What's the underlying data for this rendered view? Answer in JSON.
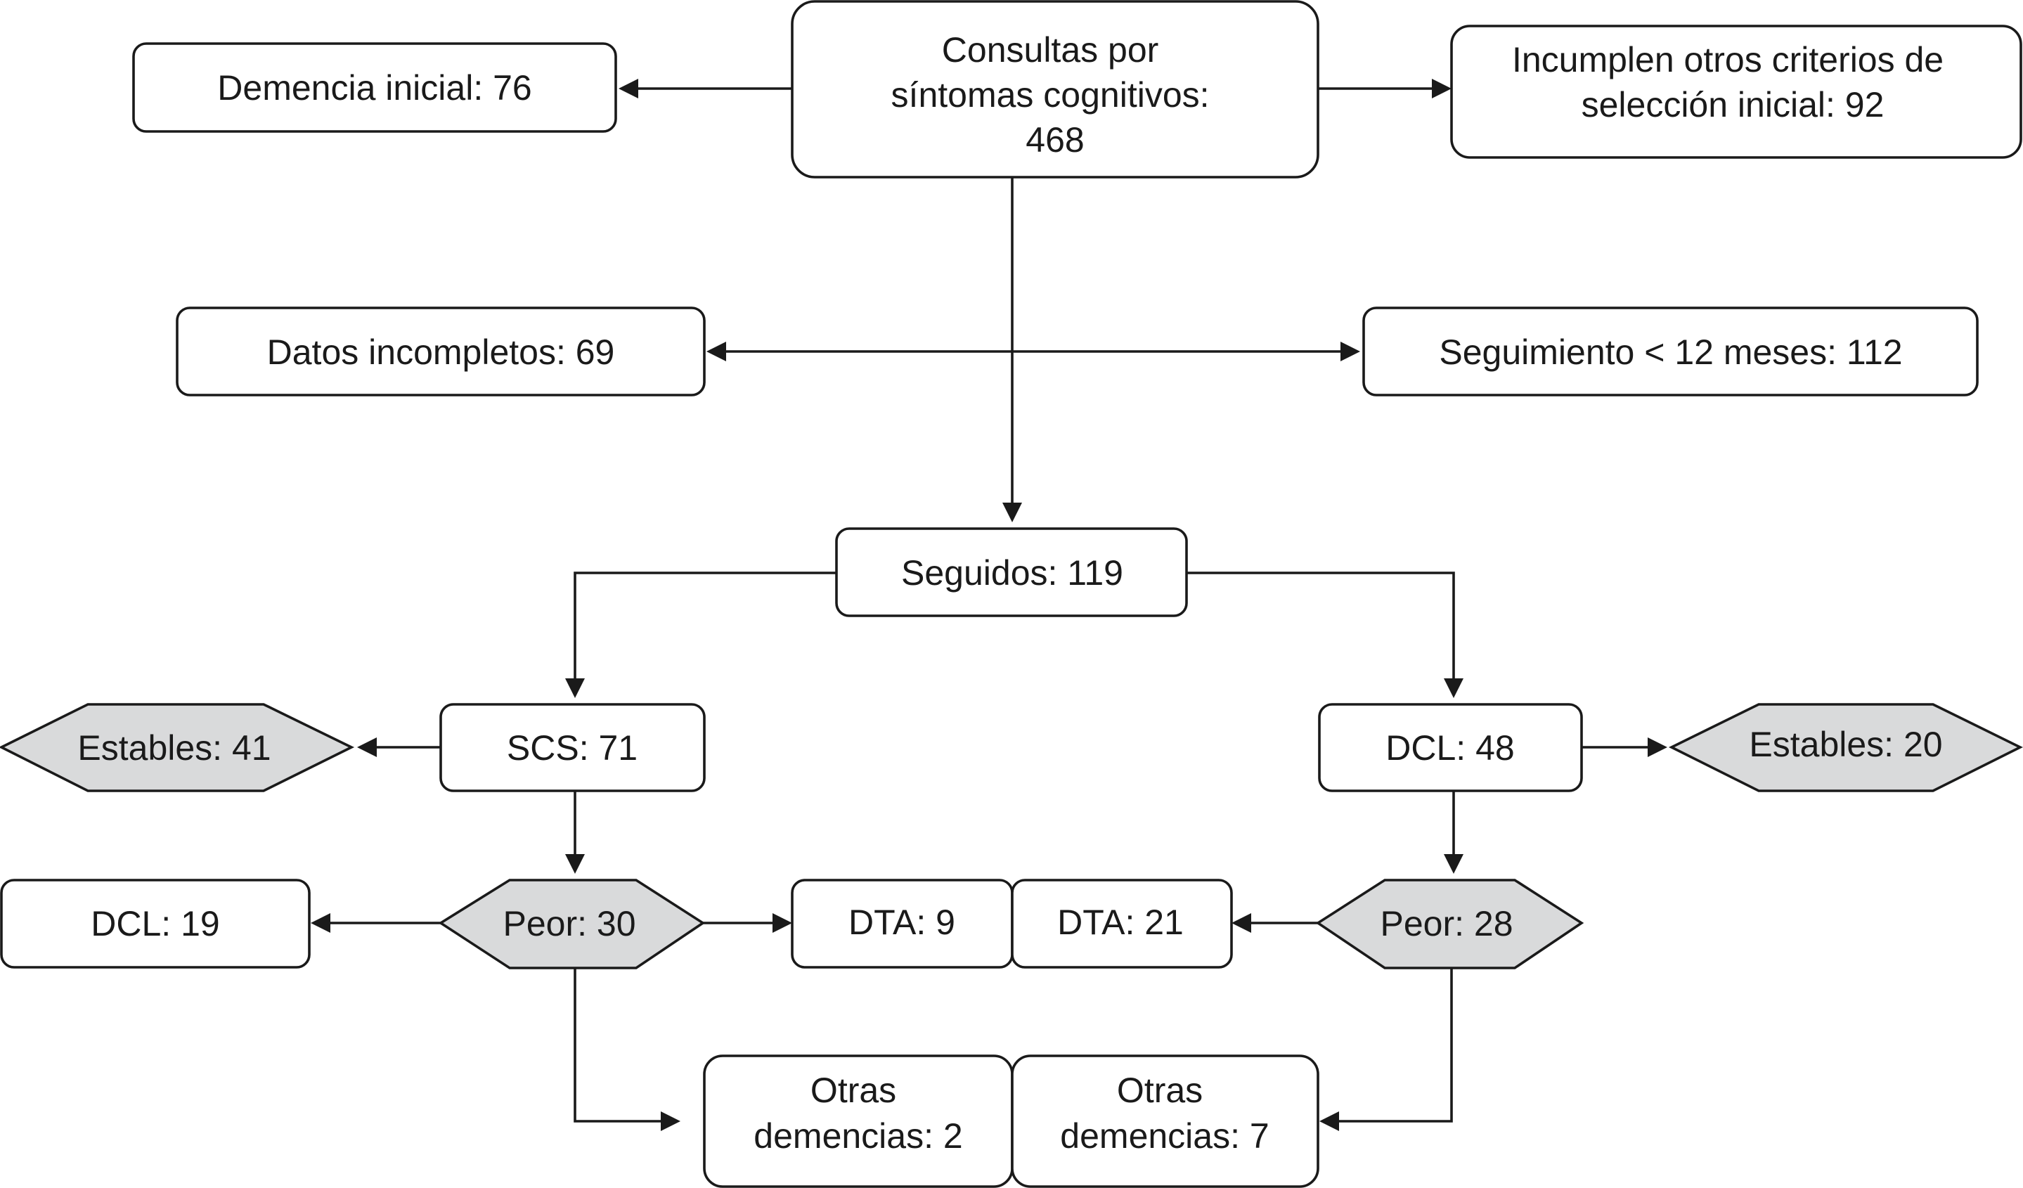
{
  "nodes": {
    "consultas": {
      "lines": [
        "Consultas por",
        "síntomas cognitivos:",
        "468"
      ]
    },
    "demencia_inicial": {
      "lines": [
        "Demencia inicial: 76"
      ]
    },
    "incumplen": {
      "lines": [
        "Incumplen otros criterios de",
        "selección inicial: 92"
      ]
    },
    "datos_incompletos": {
      "lines": [
        "Datos incompletos: 69"
      ]
    },
    "seguimiento": {
      "lines": [
        "Seguimiento < 12 meses: 112"
      ]
    },
    "seguidos": {
      "lines": [
        "Seguidos: 119"
      ]
    },
    "scs": {
      "lines": [
        "SCS: 71"
      ]
    },
    "dcl_48": {
      "lines": [
        "DCL: 48"
      ]
    },
    "estables_41": {
      "lines": [
        "Estables: 41"
      ]
    },
    "estables_20": {
      "lines": [
        "Estables: 20"
      ]
    },
    "peor_30": {
      "lines": [
        "Peor: 30"
      ]
    },
    "peor_28": {
      "lines": [
        "Peor: 28"
      ]
    },
    "dcl_19": {
      "lines": [
        "DCL: 19"
      ]
    },
    "dta_9": {
      "lines": [
        "DTA: 9"
      ]
    },
    "dta_21": {
      "lines": [
        "DTA: 21"
      ]
    },
    "otras_2": {
      "lines": [
        "Otras",
        "demencias: 2"
      ]
    },
    "otras_7": {
      "lines": [
        "Otras",
        "demencias: 7"
      ]
    }
  },
  "colors": {
    "stroke": "#1a1a1a",
    "box_fill": "#ffffff",
    "hexagon_fill": "#d9dadb"
  }
}
